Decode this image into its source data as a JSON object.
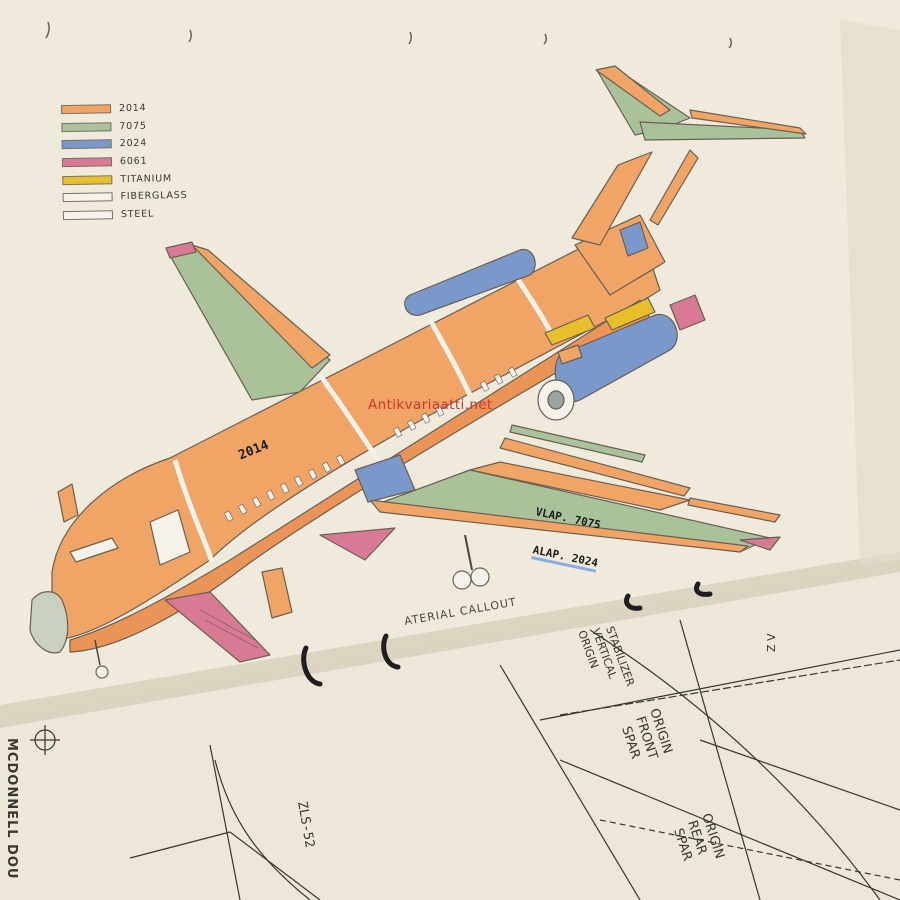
{
  "legend": {
    "items": [
      {
        "label": "2014",
        "color": "#f0a466"
      },
      {
        "label": "7075",
        "color": "#a9c29a"
      },
      {
        "label": "2024",
        "color": "#7a98c9"
      },
      {
        "label": "6061",
        "color": "#d97a95"
      },
      {
        "label": "TITANIUM",
        "color": "#e8bf2a"
      },
      {
        "label": "FIBERGLASS",
        "color": "#f4f2ea"
      },
      {
        "label": "STEEL",
        "color": "#f4f2ea"
      }
    ]
  },
  "annotations": {
    "fuselage_material": "2014",
    "wing_material": "VLAP. 7075",
    "aileron_material": "ALAP. 2024"
  },
  "watermark": "Antikvariaatti.net",
  "caption_fragment": "ATERIAL CALLOUT",
  "spine_text": "MCDONNELL DOU",
  "drawing_labels": {
    "origin_stabilizer": [
      "ORIGIN",
      "VERTICAL",
      "STABILIZER"
    ],
    "origin_front_spar": [
      "ORIGIN",
      "FRONT",
      "SPAR"
    ],
    "origin_rear_spar": [
      "ORIGIN",
      "REAR",
      "SPAR"
    ],
    "dimension_1": "ZLS-52",
    "dimension_2": "Z V"
  },
  "colors": {
    "page": "#efeadb",
    "page_shadow": "#d6cfbb",
    "alloy_2014": "#f0a466",
    "alloy_7075": "#a9c29a",
    "alloy_2024": "#7a98c9",
    "alloy_6061": "#d97a95",
    "titanium": "#e8bf2a",
    "ink": "#2a2622"
  }
}
